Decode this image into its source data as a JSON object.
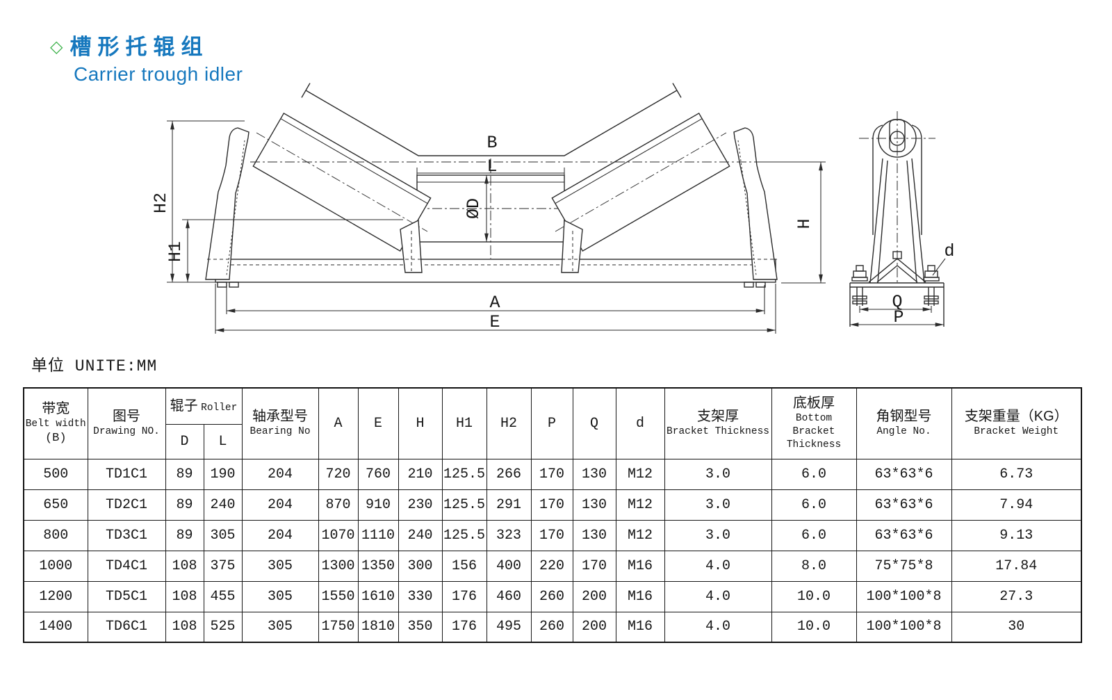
{
  "title": {
    "diamond": "◇",
    "zh": "槽形托辊组",
    "en": "Carrier trough idler"
  },
  "unit_note": "单位 UNITE:MM",
  "colors": {
    "accent_blue": "#1678be",
    "diamond_green": "#3cb14a",
    "line": "#2a2a2a"
  },
  "drawing": {
    "labels": {
      "b": "B",
      "l": "L",
      "od": "ØD",
      "a": "A",
      "e": "E",
      "h": "H",
      "h1": "H1",
      "h2": "H2",
      "d": "d",
      "q": "Q",
      "p": "P"
    }
  },
  "table": {
    "headers": {
      "belt_width_zh": "带宽",
      "belt_width_en": "Belt width",
      "belt_width_sub": "(B)",
      "drawing_no_zh": "图号",
      "drawing_no_en": "Drawing NO.",
      "roller_zh": "辊子",
      "roller_en": "Roller",
      "roller_d": "D",
      "roller_l": "L",
      "bearing_zh": "轴承型号",
      "bearing_en": "Bearing No",
      "dims": [
        "A",
        "E",
        "H",
        "H1",
        "H2",
        "P",
        "Q",
        "d"
      ],
      "bracket_zh": "支架厚",
      "bracket_en": "Bracket Thickness",
      "bottom_zh": "底板厚",
      "bottom_en1": "Bottom Bracket",
      "bottom_en2": "Thickness",
      "angle_zh": "角钢型号",
      "angle_en": "Angle No.",
      "weight_zh": "支架重量（KG）",
      "weight_en": "Bracket Weight"
    },
    "rows": [
      [
        "500",
        "TD1C1",
        "89",
        "190",
        "204",
        "720",
        "760",
        "210",
        "125.5",
        "266",
        "170",
        "130",
        "M12",
        "3.0",
        "6.0",
        "63*63*6",
        "6.73"
      ],
      [
        "650",
        "TD2C1",
        "89",
        "240",
        "204",
        "870",
        "910",
        "230",
        "125.5",
        "291",
        "170",
        "130",
        "M12",
        "3.0",
        "6.0",
        "63*63*6",
        "7.94"
      ],
      [
        "800",
        "TD3C1",
        "89",
        "305",
        "204",
        "1070",
        "1110",
        "240",
        "125.5",
        "323",
        "170",
        "130",
        "M12",
        "3.0",
        "6.0",
        "63*63*6",
        "9.13"
      ],
      [
        "1000",
        "TD4C1",
        "108",
        "375",
        "305",
        "1300",
        "1350",
        "300",
        "156",
        "400",
        "220",
        "170",
        "M16",
        "4.0",
        "8.0",
        "75*75*8",
        "17.84"
      ],
      [
        "1200",
        "TD5C1",
        "108",
        "455",
        "305",
        "1550",
        "1610",
        "330",
        "176",
        "460",
        "260",
        "200",
        "M16",
        "4.0",
        "10.0",
        "100*100*8",
        "27.3"
      ],
      [
        "1400",
        "TD6C1",
        "108",
        "525",
        "305",
        "1750",
        "1810",
        "350",
        "176",
        "495",
        "260",
        "200",
        "M16",
        "4.0",
        "10.0",
        "100*100*8",
        "30"
      ]
    ]
  }
}
